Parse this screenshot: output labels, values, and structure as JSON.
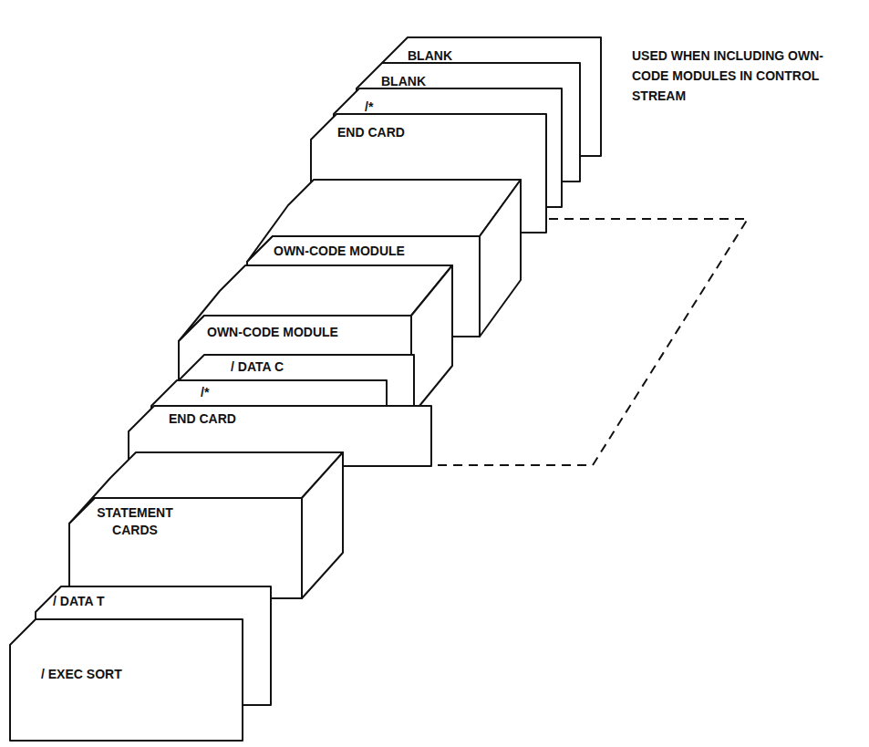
{
  "diagram": {
    "nodes": [
      {
        "text": [
          "BLANK"
        ]
      },
      {
        "text": [
          "BLANK"
        ]
      },
      {
        "text": [
          "/*"
        ]
      },
      {
        "text": [
          "END CARD"
        ]
      },
      {
        "text": [
          "OWN-CODE MODULE"
        ]
      },
      {
        "text": [
          "OWN-CODE MODULE"
        ]
      },
      {
        "text": [
          "/ DATA C"
        ]
      },
      {
        "text": [
          "/*"
        ]
      },
      {
        "text": [
          "END CARD"
        ]
      },
      {
        "text": [
          "STATEMENT CARDS"
        ]
      },
      {
        "text": [
          "/ DATA T"
        ]
      },
      {
        "text": [
          "/ EXEC SORT"
        ]
      }
    ],
    "labels": [
      "USED WHEN INCLUDING OWN-CODE MODULES IN CONTROL STREAM"
    ]
  }
}
